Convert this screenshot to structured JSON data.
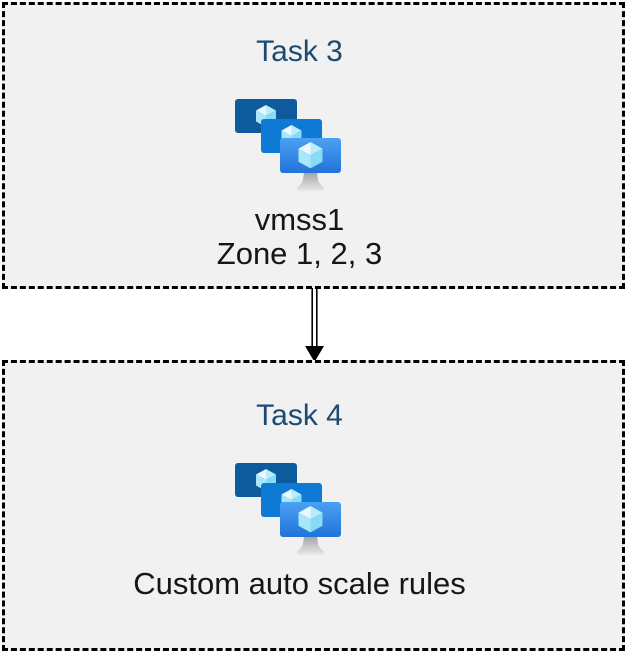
{
  "diagram": {
    "nodes": [
      {
        "title": "Task 3",
        "icon": "vm-scale-sets-icon",
        "lines": [
          "vmss1",
          "Zone 1, 2, 3"
        ]
      },
      {
        "title": "Task 4",
        "icon": "vm-scale-sets-icon",
        "lines": [
          "Custom auto scale rules"
        ]
      }
    ],
    "connector": {
      "from": "Task 3",
      "to": "Task 4",
      "style": "double-line-arrow",
      "direction": "down"
    },
    "colors": {
      "page_background": "#ffffff",
      "box_background": "#f1f1f1",
      "box_border": "#000000",
      "title_text": "#1b4a73",
      "body_text": "#161616",
      "connector_stroke": "#000000",
      "icon": {
        "screen_back": "#0d5a9d",
        "screen_middle": "#0f79d6",
        "screen_front_top": "#4ba1f2",
        "screen_front_bottom": "#2173d8",
        "cube_top_left": "#e9f8fe",
        "cube_top_right": "#b9edfb",
        "cube_left": "#a8e7f9",
        "cube_right": "#86dcf6",
        "stand_top": "#a6a6a6",
        "stand_bottom": "#e9e9e9"
      }
    }
  }
}
